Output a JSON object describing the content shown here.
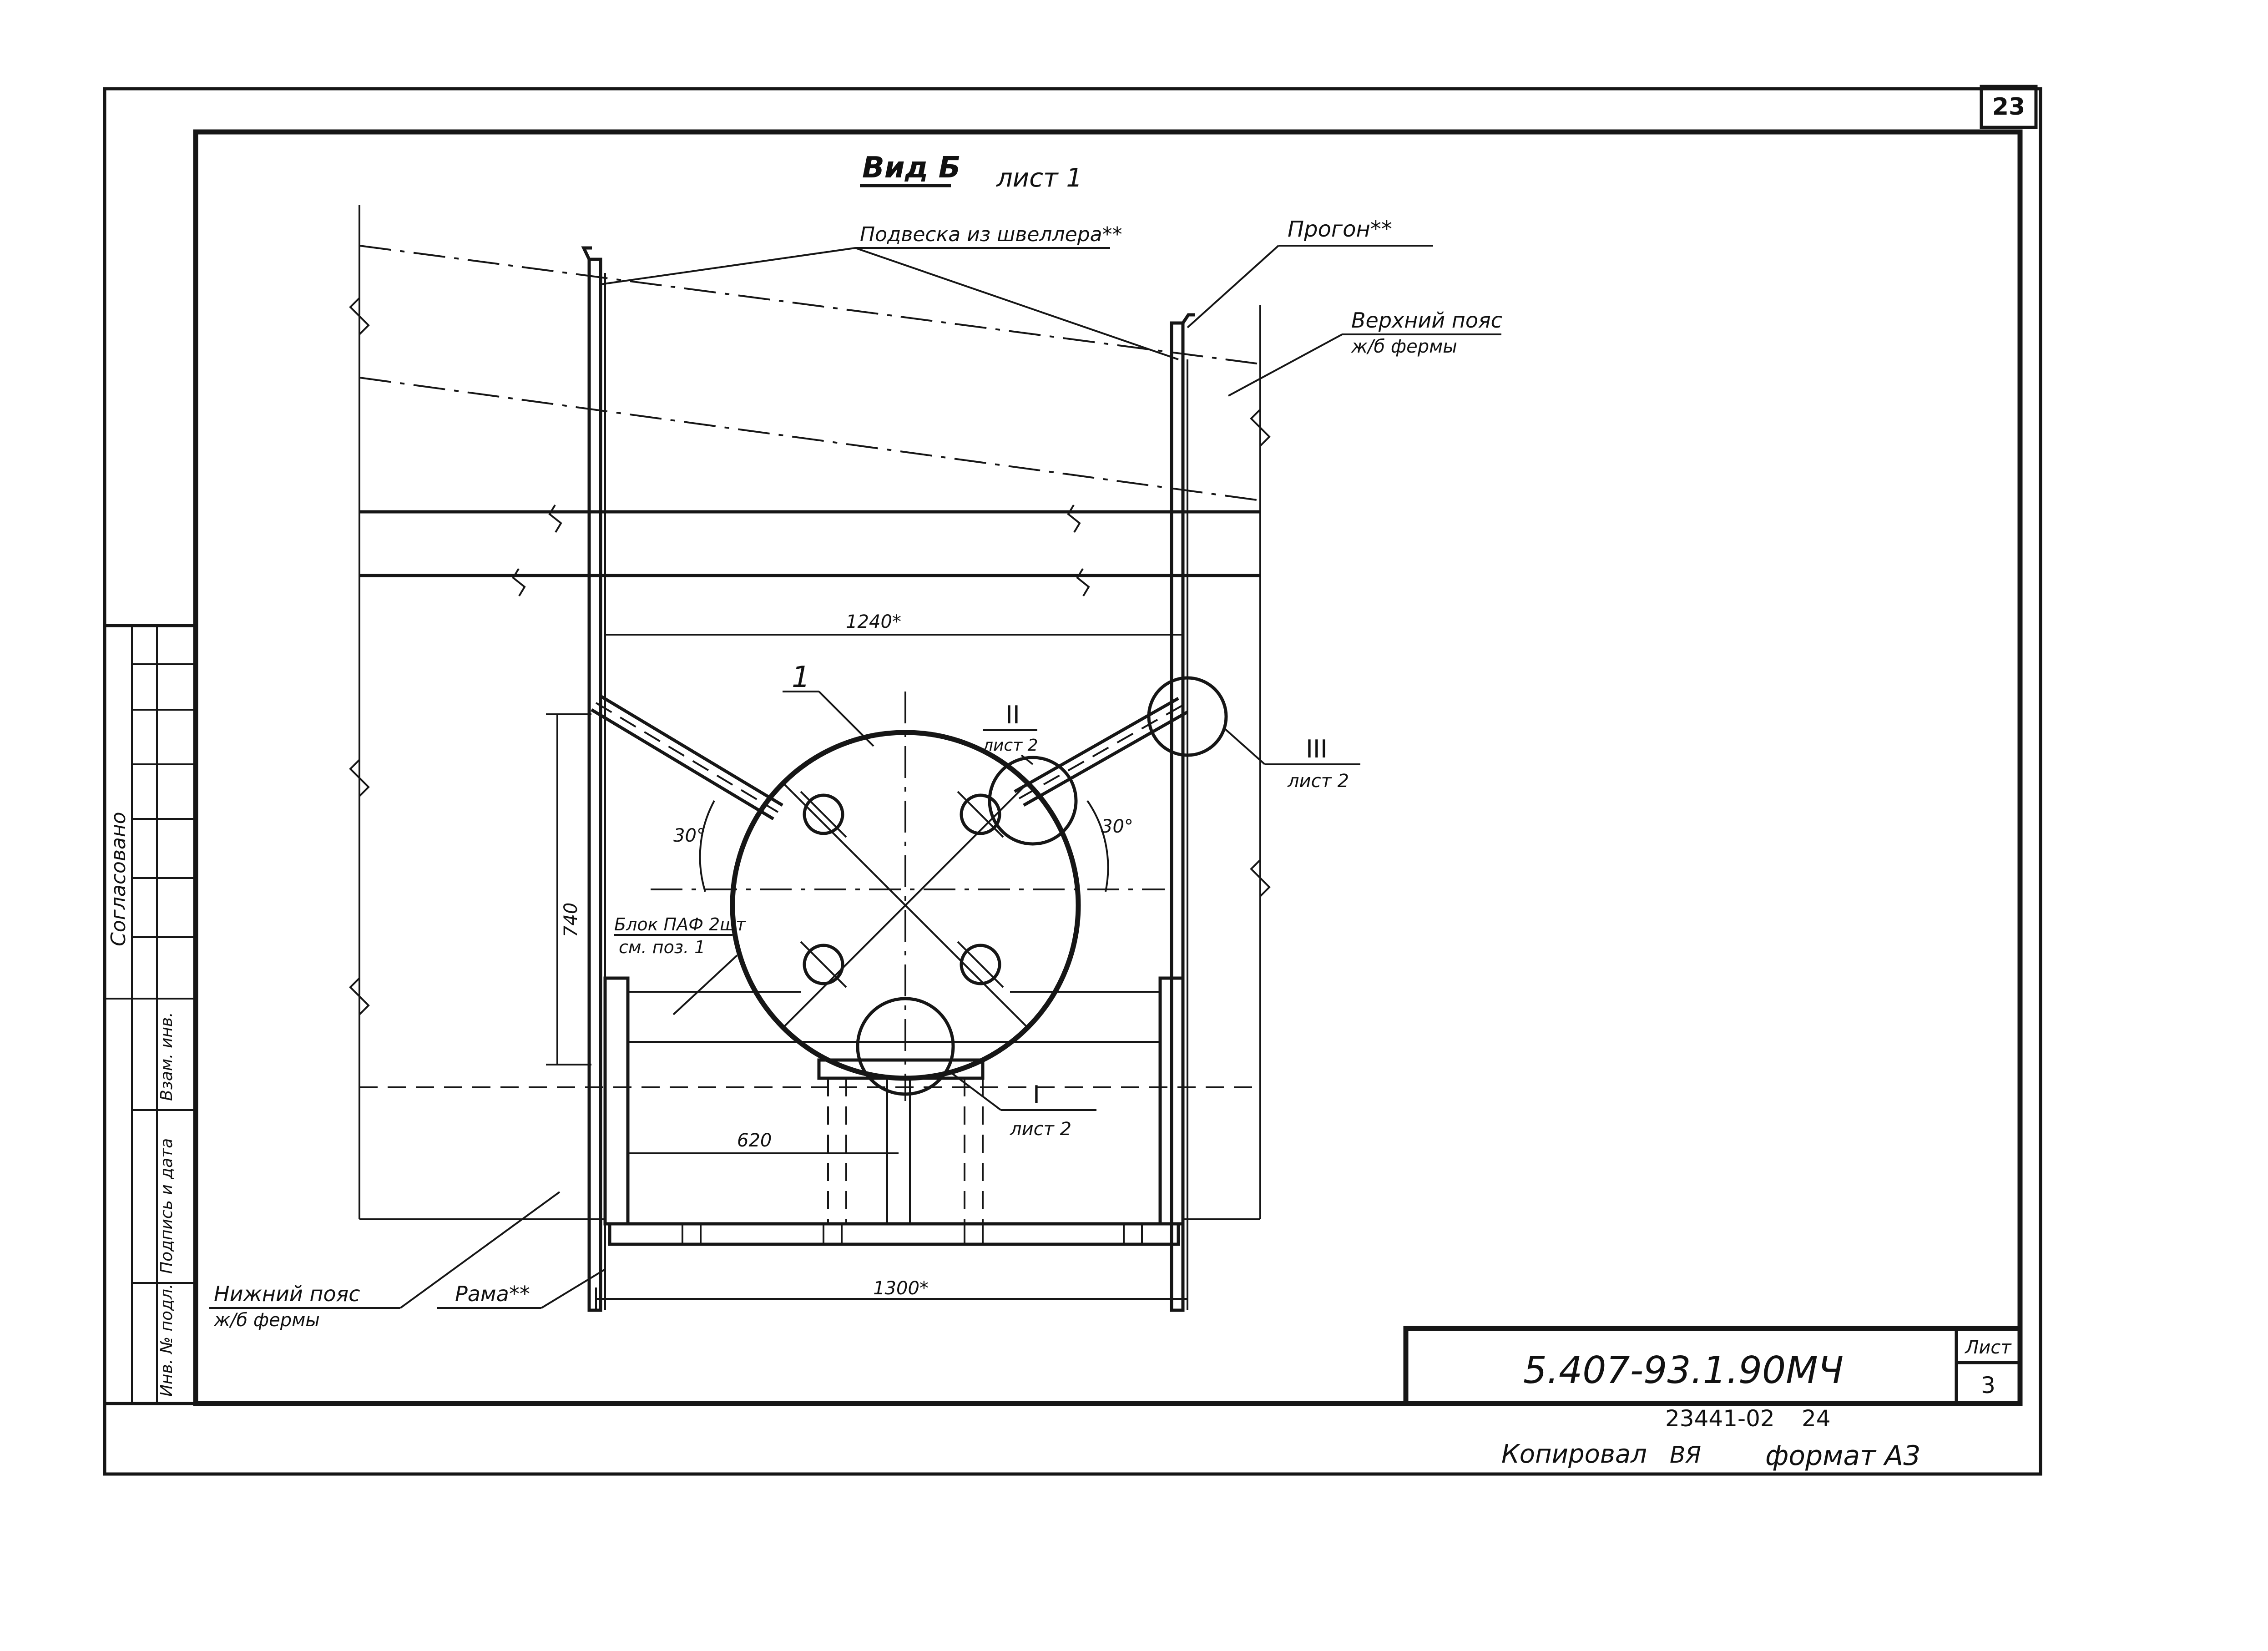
{
  "sheet": {
    "page_number": "23",
    "sheet_label": "Лист",
    "sheet_number": "3",
    "drawing_code": "5.407-93.1.90МЧ",
    "copy_number": "23441-02",
    "copy_page": "24",
    "copied_by": "Копировал",
    "copier_signature": "ВЯ",
    "format": "формат А3"
  },
  "side_stamp": {
    "agreed": "Согласовано",
    "signature_date": "Подпись и дата",
    "replaced_inv": "Взам. инв.",
    "inv_original": "Инв. № подл."
  },
  "drawing": {
    "view_title": "Вид Б",
    "view_sheet": "лист 1",
    "hanger_label": "Подвеска из швеллера**",
    "purlin_label": "Прогон**",
    "top_chord_label": "Верхний пояс",
    "top_chord_sub": "ж/б фермы",
    "bottom_chord_label": "Нижний пояс",
    "bottom_chord_sub": "ж/б фермы",
    "frame_label": "Рама**",
    "block_label": "Блок ПАФ 2шт",
    "block_ref": "см. поз. 1",
    "pos_1": "1",
    "callout_II": "II",
    "callout_II_sheet": "лист 2",
    "callout_III": "III",
    "callout_III_sheet": "лист 2",
    "callout_I": "I",
    "callout_I_sheet": "лист 2",
    "dim_1240": "1240*",
    "dim_1300": "1300*",
    "dim_740": "740",
    "dim_620": "620",
    "angle_left": "30°",
    "angle_right": "30°"
  }
}
